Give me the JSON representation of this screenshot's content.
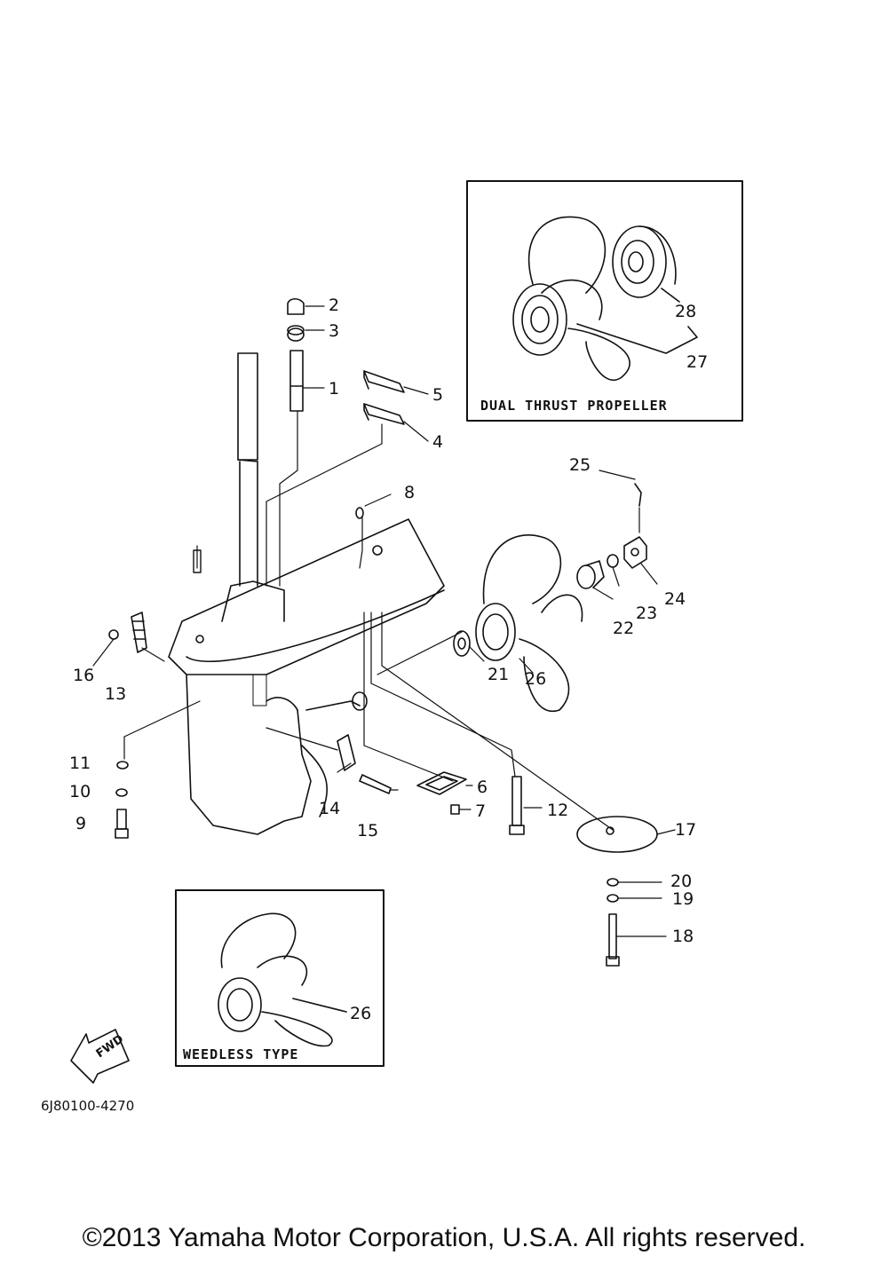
{
  "labels": {
    "p1": "1",
    "p2": "2",
    "p3": "3",
    "p4": "4",
    "p5": "5",
    "p6": "6",
    "p7": "7",
    "p8": "8",
    "p9": "9",
    "p10": "10",
    "p11": "11",
    "p12": "12",
    "p13": "13",
    "p14": "14",
    "p15": "15",
    "p16": "16",
    "p17": "17",
    "p18": "18",
    "p19": "19",
    "p20": "20",
    "p21": "21",
    "p22": "22",
    "p23": "23",
    "p24": "24",
    "p25": "25",
    "p26": "26",
    "p26b": "26",
    "p27": "27",
    "p28": "28"
  },
  "dual_thrust_box": {
    "title": "DUAL THRUST PROPELLER"
  },
  "weedless_box": {
    "title": "WEEDLESS TYPE"
  },
  "fwd_arrow": {
    "label": "FWD"
  },
  "diagram_code": "6J80100-4270",
  "copyright": "©2013 Yamaha Motor Corporation, U.S.A. All rights reserved."
}
